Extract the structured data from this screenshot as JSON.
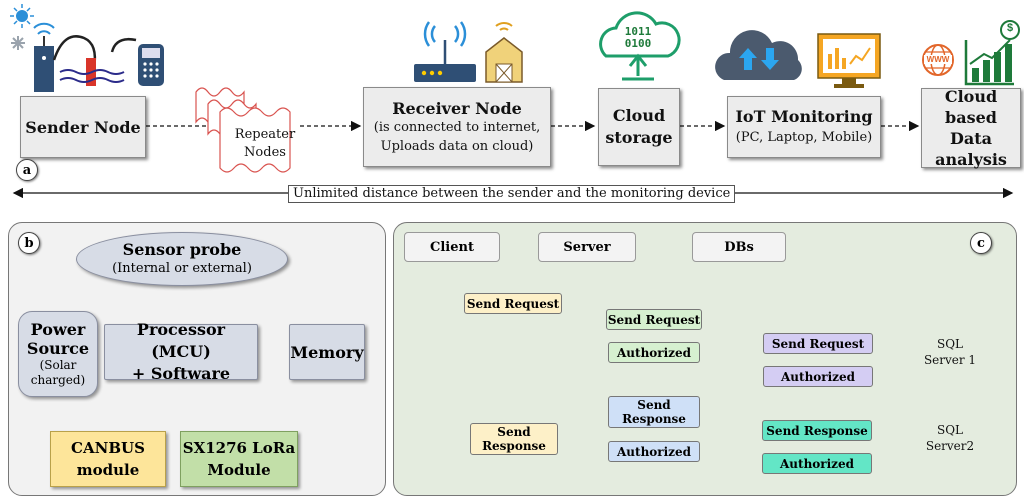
{
  "panel_a": {
    "label": "a",
    "sender": "Sender Node",
    "repeater_line1": "Repeater",
    "repeater_line2": "Nodes",
    "receiver_title": "Receiver Node",
    "receiver_line1": "(is connected to internet,",
    "receiver_line2": "Uploads data on cloud)",
    "cloud_line1": "Cloud",
    "cloud_line2": "storage",
    "cloud_binary1": "1011",
    "cloud_binary2": "0100",
    "iot_title": "IoT Monitoring",
    "iot_sub": "(PC, Laptop, Mobile)",
    "analysis_line1": "Cloud",
    "analysis_line2": "based Data",
    "analysis_line3": "analysis",
    "distance_note": "Unlimited distance between the sender and the monitoring device",
    "www_text": "WWW"
  },
  "panel_b": {
    "label": "b",
    "probe_title": "Sensor probe",
    "probe_sub": "(Internal or external)",
    "power_title1": "Power",
    "power_title2": "Source",
    "power_sub1": "(Solar",
    "power_sub2": "charged)",
    "processor_line1": "Processor (MCU)",
    "processor_line2": "+ Software",
    "memory": "Memory",
    "canbus_line1": "CANBUS",
    "canbus_line2": "module",
    "lora_line1": "SX1276 LoRa",
    "lora_line2": "Module"
  },
  "panel_c": {
    "label": "c",
    "client": "Client",
    "server": "Server",
    "dbs": "DBs",
    "send_request": "Send Request",
    "authorized": "Authorized",
    "send": "Send",
    "response": "Response",
    "send_response": "Send Response",
    "sql": "SQL",
    "server1": "Server 1",
    "server2": "Server2"
  },
  "colors": {
    "box_gray": "#ececec",
    "panel_c_bg": "#e4ecdf",
    "canbus": "#fde59a",
    "lora": "#c2dfa8",
    "tag_yellow": "#fdf0c8",
    "tag_green": "#d6f0d0",
    "tag_blue": "#cfe0f7",
    "tag_purple": "#d4cdf3",
    "tag_teal": "#63e6c6"
  }
}
